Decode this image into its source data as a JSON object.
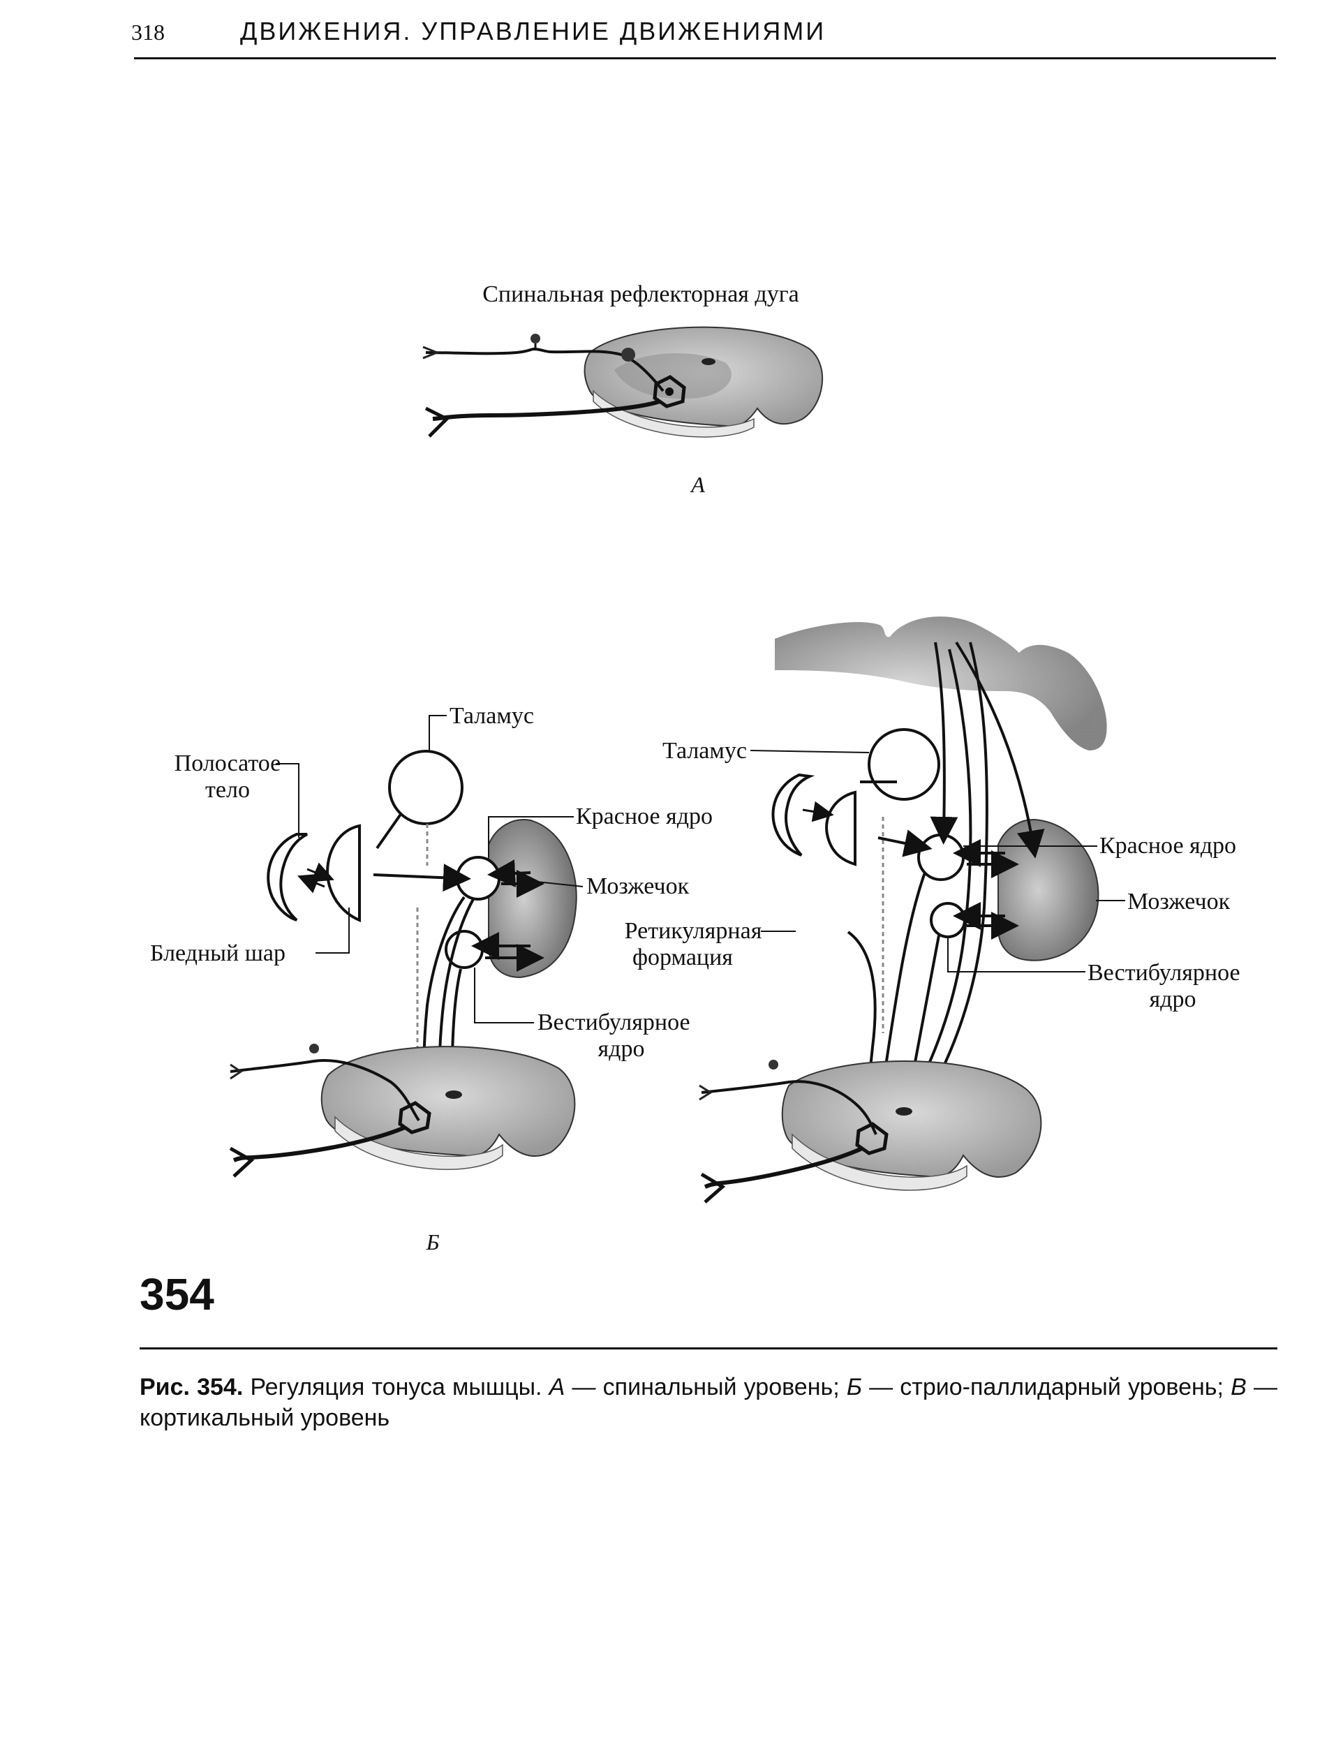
{
  "header": {
    "page_number": "318",
    "title": "ДВИЖЕНИЯ. УПРАВЛЕНИЕ ДВИЖЕНИЯМИ"
  },
  "figure": {
    "panel_a": {
      "title": "Спинальная рефлекторная дуга",
      "letter": "А"
    },
    "panel_b": {
      "letter": "Б",
      "labels": {
        "thalamus": "Таламус",
        "striatum_line1": "Полосатое",
        "striatum_line2": "тело",
        "red_nucleus": "Красное ядро",
        "cerebellum": "Мозжечок",
        "globus_pallidus": "Бледный шар",
        "reticular_line1": "Ретикулярная",
        "reticular_line2": "формация",
        "vestibular_line1": "Вестибулярное",
        "vestibular_line2": "ядро"
      }
    },
    "panel_v": {
      "labels": {
        "thalamus": "Таламус",
        "red_nucleus": "Красное ядро",
        "cerebellum": "Мозжечок",
        "vestibular_line1": "Вестибулярное",
        "vestibular_line2": "ядро"
      }
    },
    "figure_number": "354"
  },
  "caption": {
    "prefix": "Рис. 354.",
    "text_1": " Регуляция тонуса мышцы. ",
    "letter_a": "А",
    "text_2": " — спинальный уровень; ",
    "letter_b": "Б",
    "text_3": " — стрио-паллидарный уровень; ",
    "letter_v": "В",
    "text_4": " — кортикальный уровень"
  }
}
